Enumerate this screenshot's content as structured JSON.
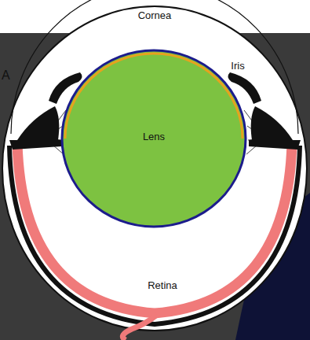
{
  "diagram": {
    "nodes": [
      {
        "text": [
          "Lens"
        ]
      }
    ],
    "labels": [
      "Cornea",
      "Iris",
      "Retina",
      "A"
    ]
  }
}
